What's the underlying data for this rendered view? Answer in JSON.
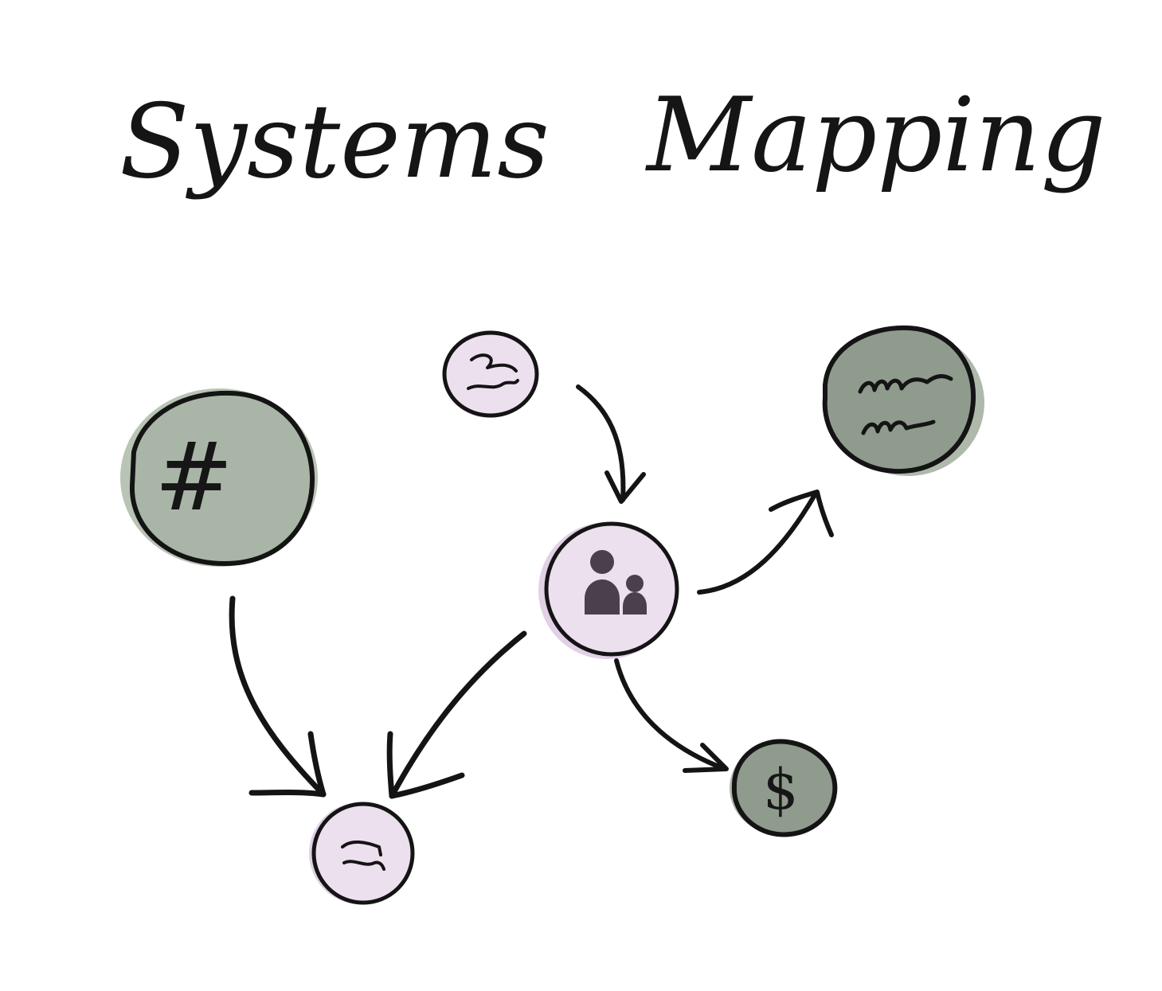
{
  "diagram": {
    "title": {
      "word1": "Systems",
      "word2": "Mapping"
    },
    "colors": {
      "ink": "#141414",
      "green_fill": "#a9b5a6",
      "green_dark_fill": "#8f9b8d",
      "green_halo": "#b9c4b5",
      "purple_fill": "#ede0ee",
      "purple_halo": "#e2d0e6",
      "person_icon": "#4b3f4b"
    },
    "nodes": [
      {
        "id": "hash-node",
        "kind": "green",
        "icon": "hash-icon",
        "glyph": "#"
      },
      {
        "id": "squiggle-top-node",
        "kind": "purple",
        "icon": "squiggle-icon"
      },
      {
        "id": "people-node",
        "kind": "purple",
        "icon": "people-icon"
      },
      {
        "id": "waves-node",
        "kind": "green-dark",
        "icon": "waves-icon"
      },
      {
        "id": "dollar-node",
        "kind": "green-dark",
        "icon": "dollar-icon",
        "glyph": "$"
      },
      {
        "id": "squiggle-bottom-node",
        "kind": "purple",
        "icon": "squiggle-icon"
      }
    ],
    "edges": [
      {
        "from": "squiggle-top-node",
        "to": "people-node"
      },
      {
        "from": "hash-node",
        "to": "squiggle-bottom-node"
      },
      {
        "from": "people-node",
        "to": "squiggle-bottom-node"
      },
      {
        "from": "people-node",
        "to": "waves-node"
      },
      {
        "from": "people-node",
        "to": "dollar-node"
      }
    ]
  }
}
